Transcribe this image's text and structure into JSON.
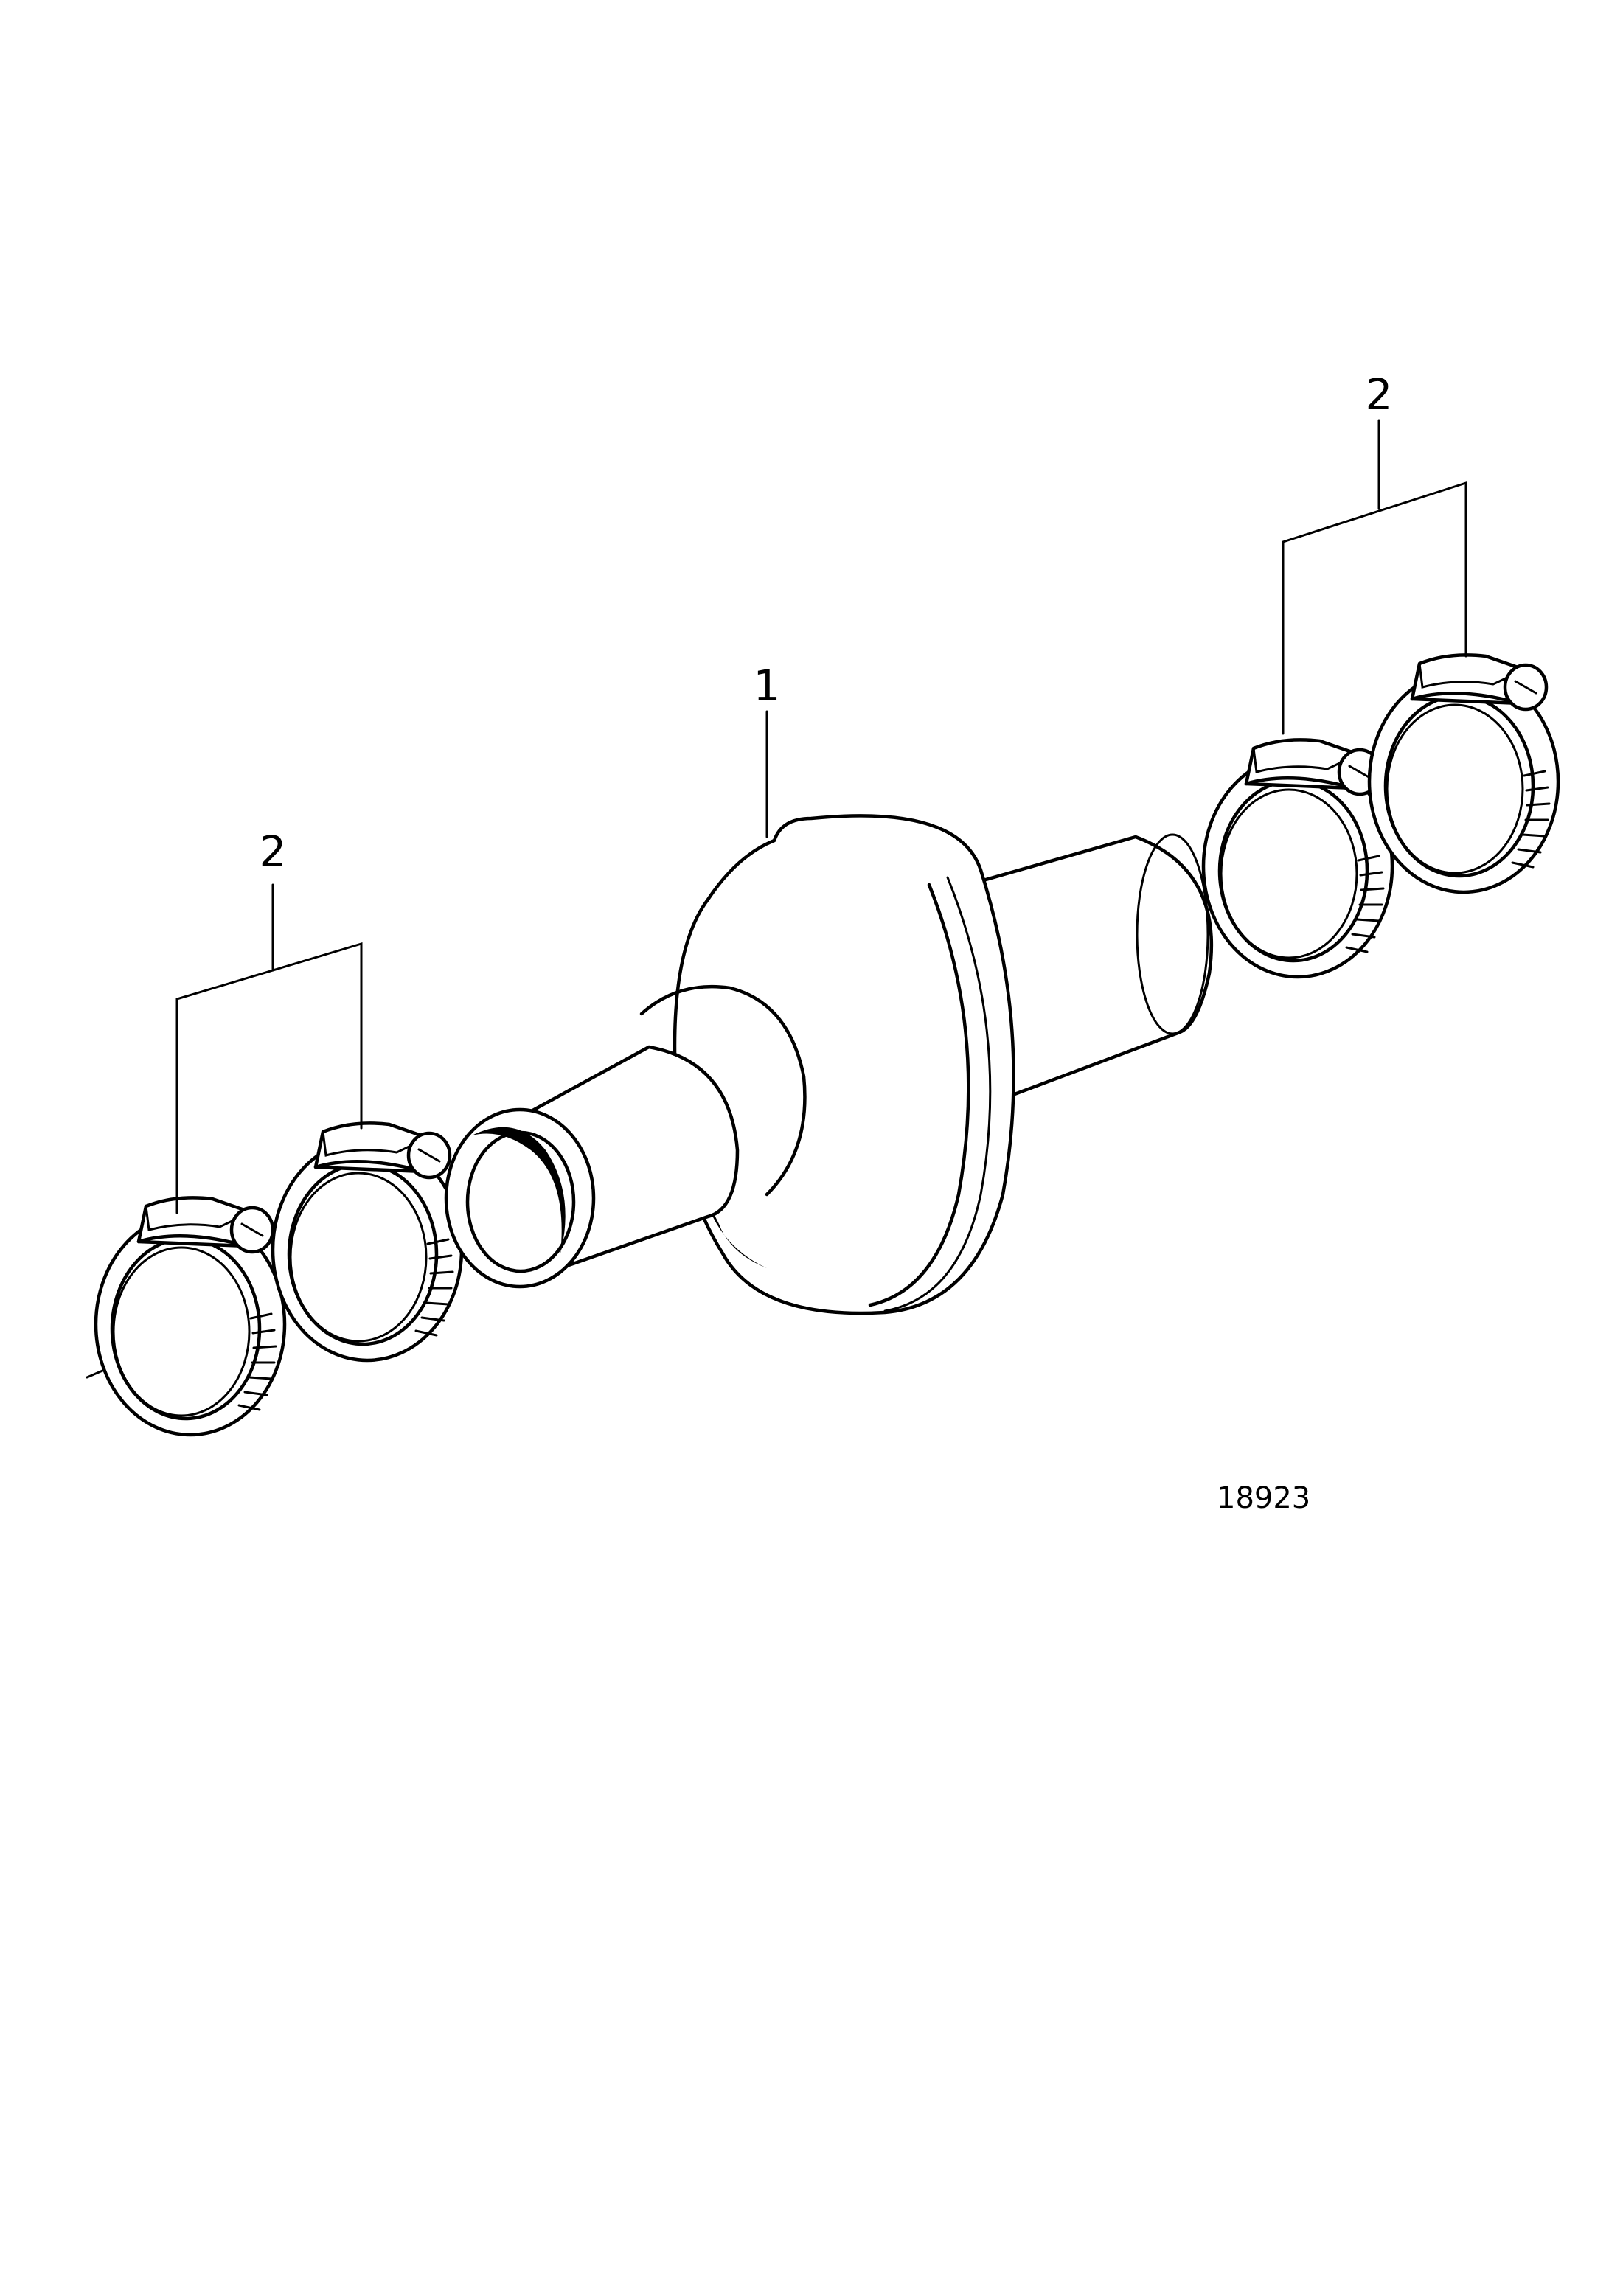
{
  "callouts": {
    "silencer": "1",
    "clamps_left": "2",
    "clamps_right": "2"
  },
  "figure_number": "18923"
}
